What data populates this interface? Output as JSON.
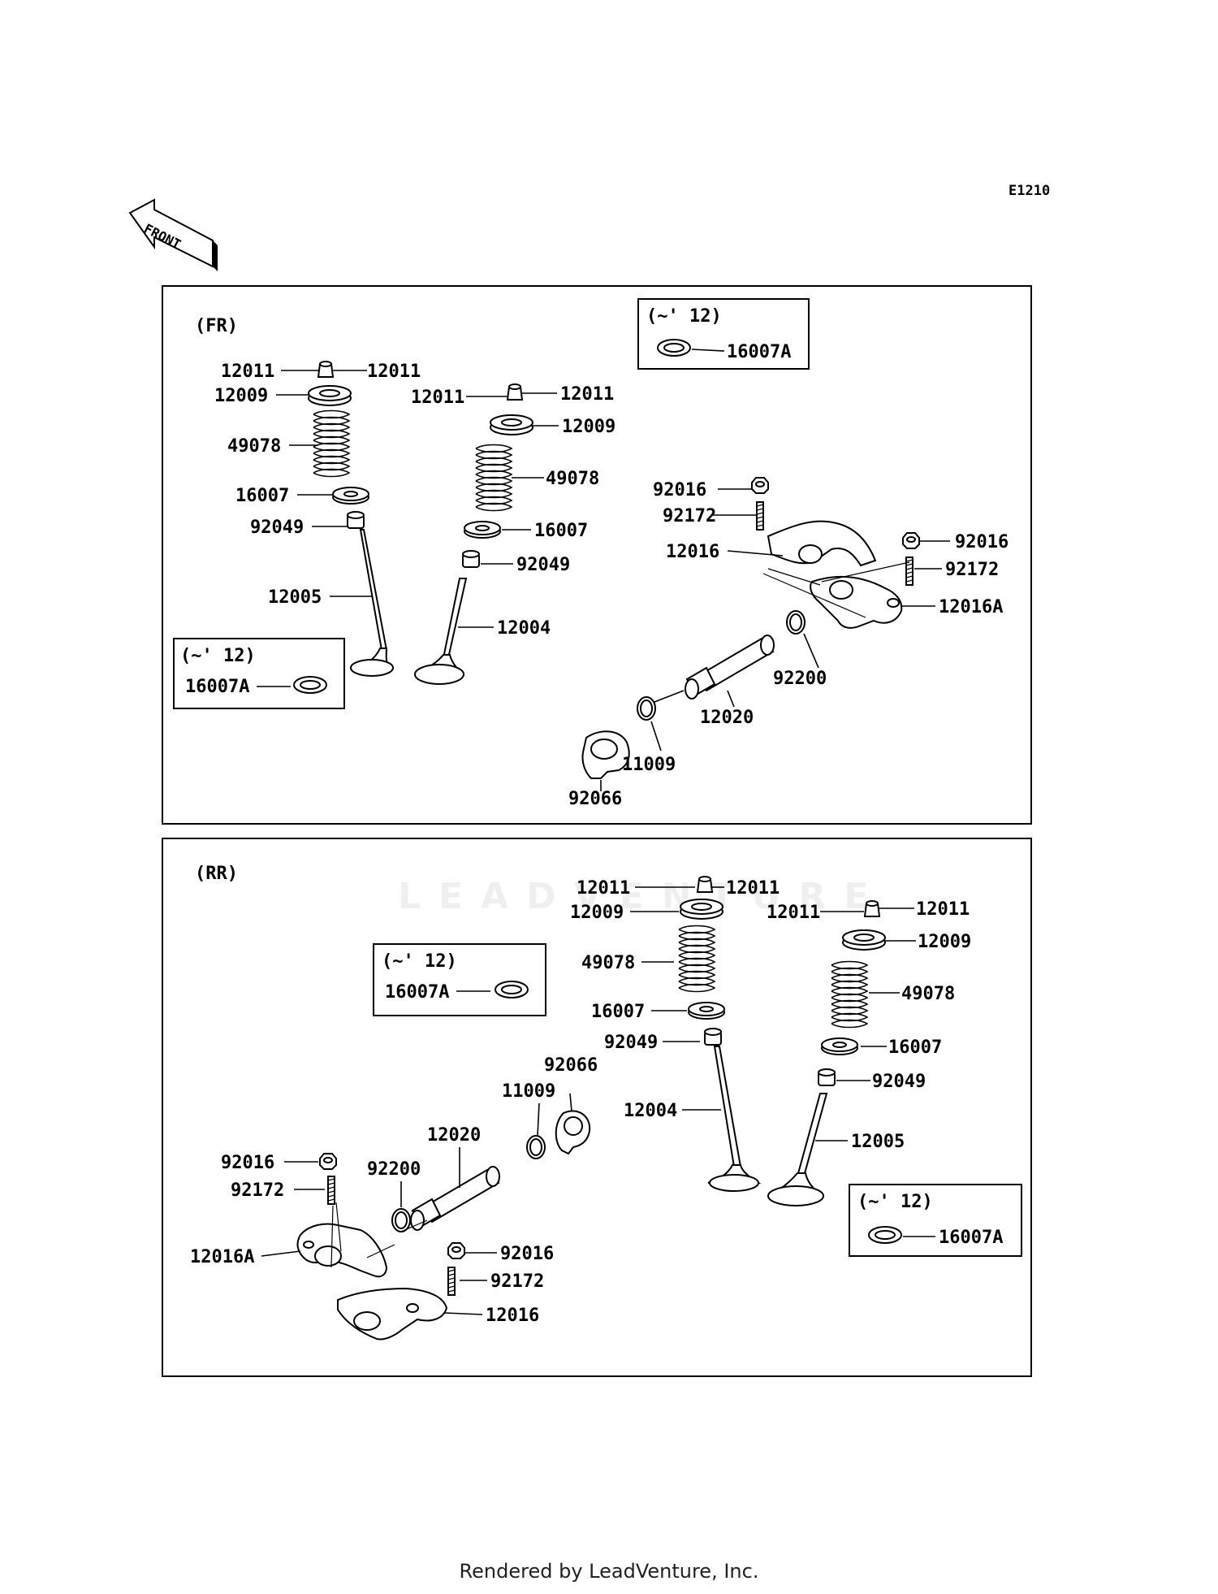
{
  "diagram_code": "E1210",
  "front_arrow_text": "FRONT",
  "watermark": "LEADVENTURE",
  "footer": "Rendered by LeadVenture, Inc.",
  "fr": {
    "title": "(FR)",
    "inset_top": {
      "range": "(~' 12)",
      "part": "16007A"
    },
    "inset_left": {
      "range": "(~' 12)",
      "part": "16007A"
    },
    "labels": {
      "a_12011_l": "12011",
      "a_12011_r": "12011",
      "a_12009": "12009",
      "a_49078": "49078",
      "a_16007": "16007",
      "a_92049": "92049",
      "a_12005": "12005",
      "b_12011_l": "12011",
      "b_12011_r": "12011",
      "b_12009": "12009",
      "b_49078": "49078",
      "b_16007": "16007",
      "b_92049": "92049",
      "b_12004": "12004",
      "c_92016_a": "92016",
      "c_92172_a": "92172",
      "c_12016": "12016",
      "c_92016_b": "92016",
      "c_92172_b": "92172",
      "c_12016A": "12016A",
      "c_92200": "92200",
      "c_12020": "12020",
      "c_11009": "11009",
      "c_92066": "92066"
    }
  },
  "rr": {
    "title": "(RR)",
    "inset_left": {
      "range": "(~' 12)",
      "part": "16007A"
    },
    "inset_right": {
      "range": "(~' 12)",
      "part": "16007A"
    },
    "labels": {
      "a_12011_l": "12011",
      "a_12011_r": "12011",
      "a_12009": "12009",
      "a_49078": "49078",
      "a_16007": "16007",
      "a_92049": "92049",
      "a_12004": "12004",
      "b_12011_l": "12011",
      "b_12011_r": "12011",
      "b_12009": "12009",
      "b_49078": "49078",
      "b_16007": "16007",
      "b_92049": "92049",
      "b_12005": "12005",
      "c_92066": "92066",
      "c_11009": "11009",
      "c_12020": "12020",
      "c_92200": "92200",
      "c_92016_a": "92016",
      "c_92172_a": "92172",
      "c_12016A": "12016A",
      "c_92016_b": "92016",
      "c_92172_b": "92172",
      "c_12016": "12016"
    }
  }
}
